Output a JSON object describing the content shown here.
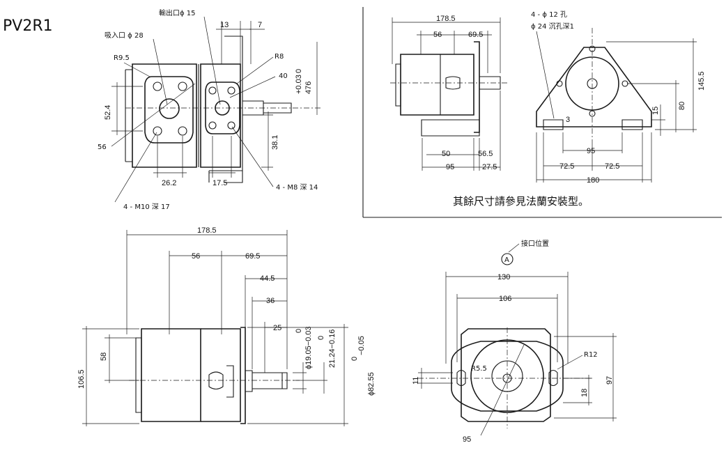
{
  "model_title": "PV2R1",
  "note_other_dimensions": "其餘尺寸請參見法蘭安裝型。",
  "port_position_label": "接口位置",
  "port_marker": "A",
  "top_left_view": {
    "suction_port": "吸入口 ϕ 28",
    "discharge_port": "輸出口ϕ 15",
    "r95": "R9.5",
    "r8": "R8",
    "d13": "13",
    "d7": "7",
    "d40": "40",
    "d476": "+0.03\n476 0",
    "d476_a": "+0.03",
    "d476_b": "476",
    "d476_c": "0",
    "d524": "52.4",
    "d56": "56",
    "d381": "38.1",
    "d262": "26.2",
    "d175": "17.5",
    "m8": "4 - M8 深 14",
    "m10": "4 - M10 深 17"
  },
  "top_right_view": {
    "d1785": "178.5",
    "d56": "56",
    "d695": "69.5",
    "holes": "4 - ϕ 12 孔",
    "counterbore": "ϕ 24 沉孔深1",
    "d50": "50",
    "d565": "56.5",
    "d95": "95",
    "d275": "27.5",
    "d3": "3",
    "d15": "15",
    "d80": "80",
    "d1455": "145.5",
    "d95b": "95",
    "d725a": "72.5",
    "d725b": "72.5",
    "d180": "180"
  },
  "bottom_left_view": {
    "d1785": "178.5",
    "d56": "56",
    "d695": "69.5",
    "d445": "44.5",
    "d36": "36",
    "d25": "25",
    "d58": "58",
    "d1065": "106.5",
    "shaft1": "ϕ19.05 −0.03",
    "shaft1_a": "0",
    "shaft1_b": "ϕ19.05−0.03",
    "shaft2_a": "0",
    "shaft2_b": "21.24−0.16",
    "shaft3_a": "0",
    "shaft3_b": "−0.05",
    "shaft3_c": "ϕ82.55"
  },
  "bottom_right_view": {
    "d130": "130",
    "d106": "106",
    "r55": "R5.5",
    "r12": "R12",
    "d11": "11",
    "d18": "18",
    "d97": "97",
    "d95": "95"
  }
}
